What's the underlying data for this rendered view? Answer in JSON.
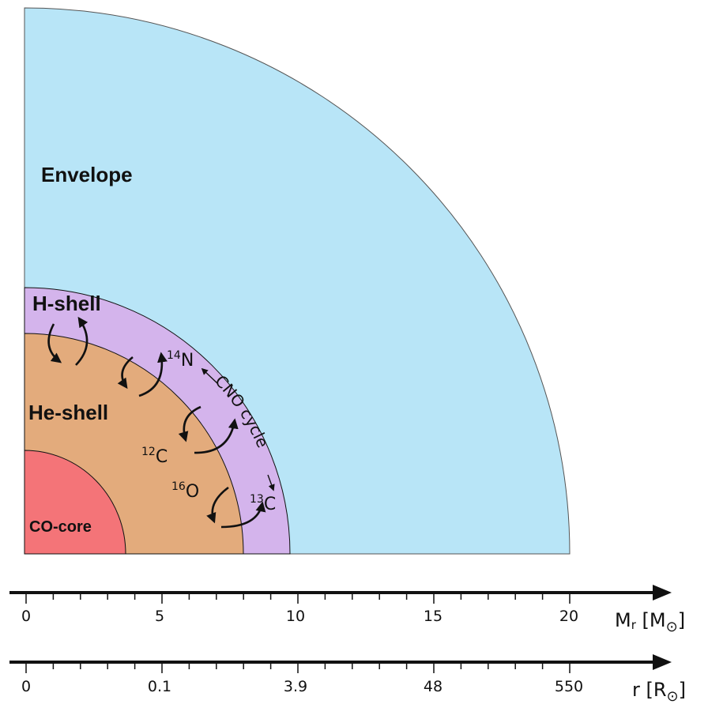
{
  "regions": {
    "envelope": {
      "label": "Envelope",
      "color": "#b8e5f7"
    },
    "h_shell": {
      "label": "H-shell",
      "color": "#d4b4ec"
    },
    "he_shell": {
      "label": "He-shell",
      "color": "#e3ab7c"
    },
    "co_core": {
      "label": "CO-core",
      "color": "#f47478"
    }
  },
  "isotopes": {
    "n14": {
      "mass": "14",
      "symbol": "N"
    },
    "c12": {
      "mass": "12",
      "symbol": "C"
    },
    "o16": {
      "mass": "16",
      "symbol": "O"
    },
    "c13": {
      "mass": "13",
      "symbol": "C"
    }
  },
  "cno_label": "CNO cycle",
  "axes": {
    "mass": {
      "label_main": "M",
      "label_sub": "r",
      "label_unit_open": " [M",
      "label_unit_sub": "⊙",
      "label_close": "]",
      "ticks": [
        "0",
        "5",
        "10",
        "15",
        "20"
      ]
    },
    "radius": {
      "label_main": "r [R",
      "label_unit_sub": "⊙",
      "label_close": "]",
      "ticks": [
        "0",
        "0.1",
        "3.9",
        "48",
        "550"
      ]
    }
  }
}
